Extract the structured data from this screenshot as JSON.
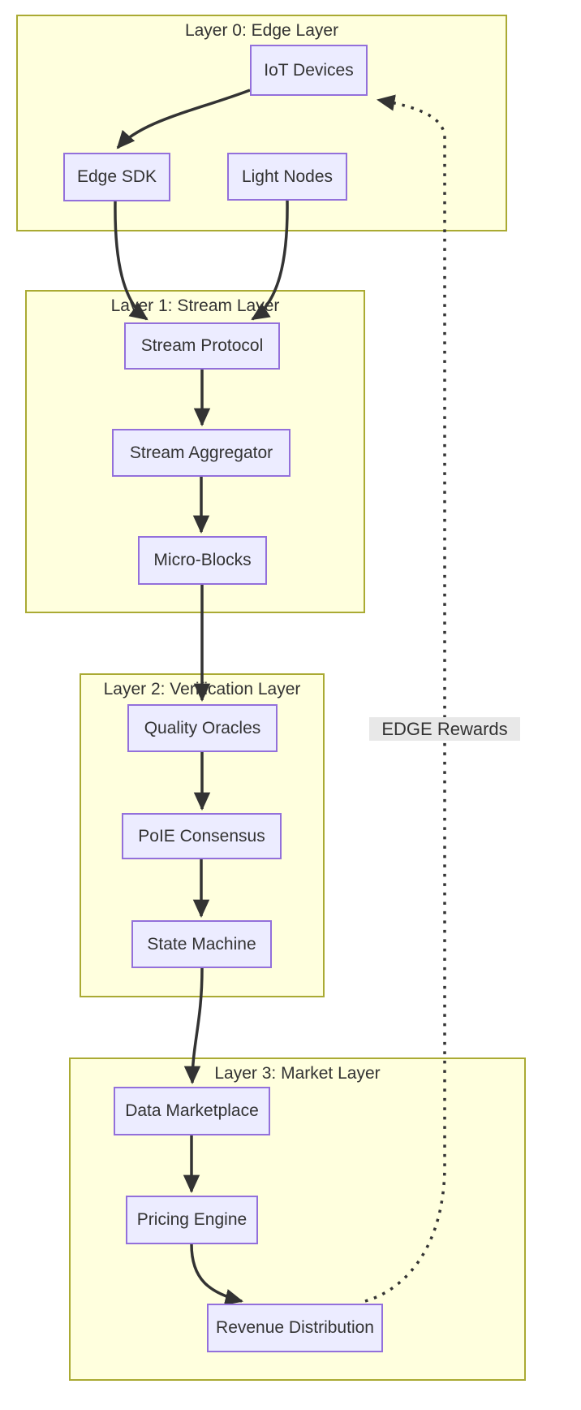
{
  "diagram": {
    "clusters": [
      {
        "id": "layer0",
        "title": "Layer 0: Edge Layer"
      },
      {
        "id": "layer1",
        "title": "Layer 1: Stream Layer"
      },
      {
        "id": "layer2",
        "title": "Layer 2: Verification Layer"
      },
      {
        "id": "layer3",
        "title": "Layer 3: Market Layer"
      }
    ],
    "nodes": [
      {
        "id": "iot",
        "label": "IoT Devices",
        "cluster": "layer0"
      },
      {
        "id": "edge_sdk",
        "label": "Edge SDK",
        "cluster": "layer0"
      },
      {
        "id": "light_nodes",
        "label": "Light Nodes",
        "cluster": "layer0"
      },
      {
        "id": "stream_protocol",
        "label": "Stream Protocol",
        "cluster": "layer1"
      },
      {
        "id": "stream_aggregator",
        "label": "Stream Aggregator",
        "cluster": "layer1"
      },
      {
        "id": "micro_blocks",
        "label": "Micro-Blocks",
        "cluster": "layer1"
      },
      {
        "id": "quality_oracles",
        "label": "Quality Oracles",
        "cluster": "layer2"
      },
      {
        "id": "poie_consensus",
        "label": "PoIE Consensus",
        "cluster": "layer2"
      },
      {
        "id": "state_machine",
        "label": "State Machine",
        "cluster": "layer2"
      },
      {
        "id": "data_marketplace",
        "label": "Data Marketplace",
        "cluster": "layer3"
      },
      {
        "id": "pricing_engine",
        "label": "Pricing Engine",
        "cluster": "layer3"
      },
      {
        "id": "revenue_distribution",
        "label": "Revenue Distribution",
        "cluster": "layer3"
      }
    ],
    "edges": [
      {
        "from": "iot",
        "to": "edge_sdk",
        "style": "solid"
      },
      {
        "from": "edge_sdk",
        "to": "stream_protocol",
        "style": "solid"
      },
      {
        "from": "light_nodes",
        "to": "stream_protocol",
        "style": "solid"
      },
      {
        "from": "stream_protocol",
        "to": "stream_aggregator",
        "style": "solid"
      },
      {
        "from": "stream_aggregator",
        "to": "micro_blocks",
        "style": "solid"
      },
      {
        "from": "micro_blocks",
        "to": "quality_oracles",
        "style": "solid"
      },
      {
        "from": "quality_oracles",
        "to": "poie_consensus",
        "style": "solid"
      },
      {
        "from": "poie_consensus",
        "to": "state_machine",
        "style": "solid"
      },
      {
        "from": "state_machine",
        "to": "data_marketplace",
        "style": "solid"
      },
      {
        "from": "data_marketplace",
        "to": "pricing_engine",
        "style": "solid"
      },
      {
        "from": "pricing_engine",
        "to": "revenue_distribution",
        "style": "solid"
      },
      {
        "from": "revenue_distribution",
        "to": "iot",
        "style": "dotted",
        "label": "EDGE Rewards"
      }
    ],
    "colors": {
      "cluster_fill": "#ffffde",
      "cluster_border": "#aaaa33",
      "node_fill": "#ececff",
      "node_border": "#9370db",
      "edge": "#333333",
      "text": "#333333",
      "edge_label_bg": "#e8e8e8"
    }
  }
}
